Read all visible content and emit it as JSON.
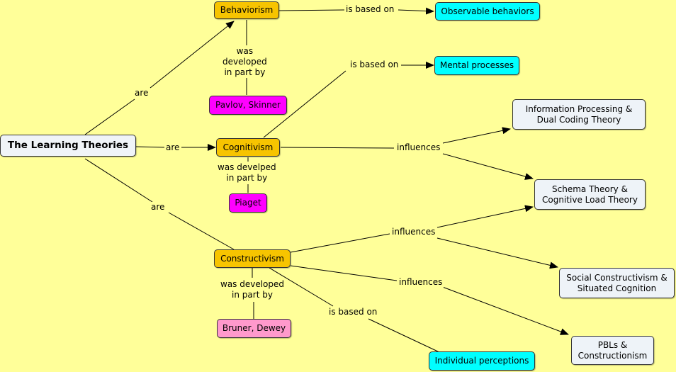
{
  "concepts": {
    "root": "The Learning Theories",
    "behaviorism": "Behaviorism",
    "cognitivism": "Cognitivism",
    "constructivism": "Constructivism",
    "observable": "Observable behaviors",
    "mental": "Mental processes",
    "pavlov": "Pavlov, Skinner",
    "piaget": "Piaget",
    "bruner": "Bruner, Dewey",
    "info": "Information Processing &\nDual Coding Theory",
    "schema": "Schema Theory &\nCognitive Load Theory",
    "social": "Social Constructivism &\nSituated Cognition",
    "pbl": "PBLs &\nConstructionism",
    "individual": "Individual perceptions"
  },
  "links": {
    "are_1": "are",
    "are_2": "are",
    "are_3": "are",
    "based_1": "is based on",
    "based_2": "is based on",
    "based_3": "is based on",
    "dev_1": "was\ndeveloped\nin part by",
    "dev_2": "was develped\nin part by",
    "dev_3": "was developed\nin part by",
    "influences_1": "influences",
    "influences_2": "influences",
    "influences_3": "influences"
  }
}
